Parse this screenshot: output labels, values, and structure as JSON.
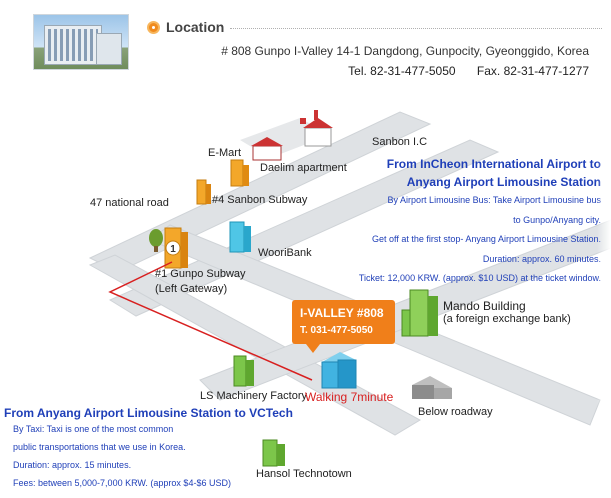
{
  "header": {
    "section_title": "Location",
    "address": "# 808 Gunpo I-Valley 14-1 Dangdong, Gunpocity, Gyeonggido, Korea",
    "tel": "Tel. 82-31-477-5050",
    "fax": "Fax. 82-31-477-1277"
  },
  "map": {
    "landmarks": {
      "sanbon_ic": "Sanbon I.C",
      "emart": "E-Mart",
      "daelim": "Daelim apartment",
      "sanbon_subway": "#4 Sanbon Subway",
      "national_road": "47 national road",
      "wooribank": "WooriBank",
      "gunpo_subway": "#1 Gunpo Subway",
      "gunpo_gateway": "(Left Gateway)",
      "mando": "Mando Building",
      "mando_sub": "(a foreign exchange bank)",
      "ls_factory": "LS Machinery Factory",
      "below_roadway": "Below roadway",
      "hansol": "Hansol Technotown",
      "subway_marker": "1"
    },
    "ivalley": {
      "name": "I-VALLEY #808",
      "tel": "T. 031-477-5050"
    },
    "walking": "Walking 7minute"
  },
  "incheon_panel": {
    "heading_1": "From InCheon International Airport to",
    "heading_2": "Anyang Airport Limousine Station",
    "lines": [
      "By Airport Limousine Bus: Take Airport Limousine bus",
      "to Gunpo/Anyang city.",
      "Get off at the first stop- Anyang Airport Limousine Station.",
      "Duration: approx. 60 minutes.",
      "Ticket: 12,000 KRW. (approx. $10 USD) at the ticket window."
    ]
  },
  "limousine_panel": {
    "heading": "From Anyang Airport Limousine Station to VCTech",
    "lines": [
      "By Taxi: Taxi is one of the most common",
      "public transportations that we use in Korea.",
      "Duration: approx. 15 minutes.",
      "Fees: between 5,000-7,000 KRW. (approx $4-$6 USD)"
    ]
  },
  "colors": {
    "accent_orange": "#f07f1a",
    "heading_blue": "#1f3fb8",
    "route_red": "#d82020",
    "road_gray": "#dcdfe2"
  }
}
